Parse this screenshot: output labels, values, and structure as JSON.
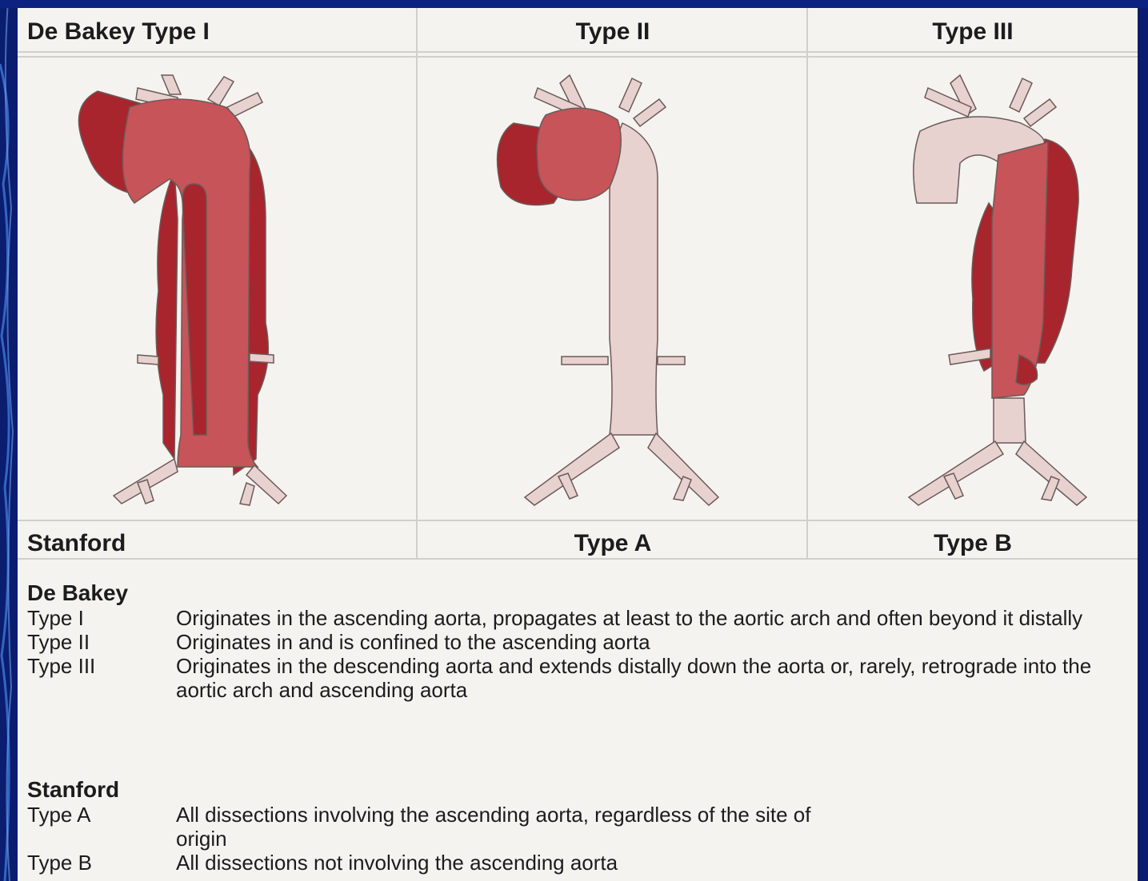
{
  "header": {
    "col1": "De Bakey  Type I",
    "col2": "Type II",
    "col3": "Type III"
  },
  "footer_row": {
    "col1": "Stanford",
    "col2": "Type A",
    "col3": "Type B"
  },
  "legend": {
    "debakey": {
      "title": "De Bakey",
      "items": [
        {
          "key": "Type I",
          "text": "Originates in the ascending aorta, propagates at least to the aortic arch and often beyond it distally"
        },
        {
          "key": "Type II",
          "text": "Originates in and is confined to the ascending aorta"
        },
        {
          "key": "Type III",
          "text": "Originates in the descending aorta and extends distally down the aorta or, rarely, retrograde into the aortic arch and ascending aorta"
        }
      ]
    },
    "stanford": {
      "title": "Stanford",
      "items": [
        {
          "key": "Type A",
          "text": "All dissections involving the ascending aorta, regardless of the site of origin"
        },
        {
          "key": "Type B",
          "text": "All dissections not involving the ascending aorta"
        }
      ]
    }
  },
  "colors": {
    "aorta": "#e7d2cf",
    "dissection": "#a8252d",
    "lumen": "#c65459",
    "outline": "#6b5a58",
    "background": "#0a1d6e"
  }
}
